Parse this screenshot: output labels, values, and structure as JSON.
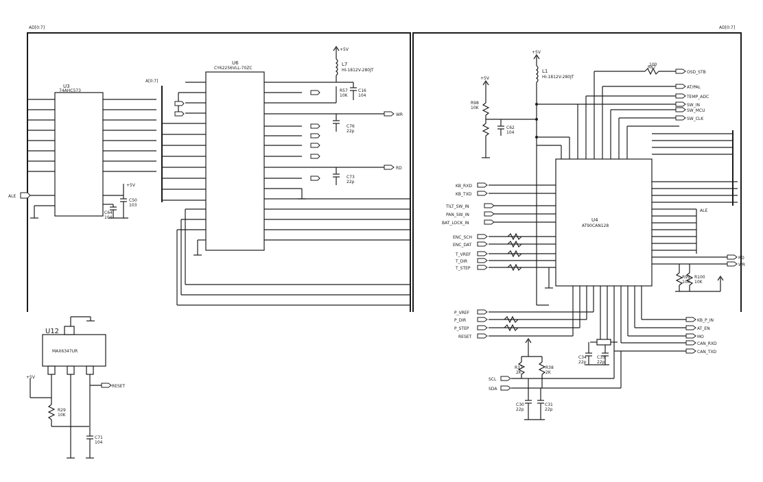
{
  "sheet": {
    "left_corner_label": "AD[0:7]",
    "right_corner_label": "AD[0:7]"
  },
  "u_latch": {
    "ref": "U3",
    "part": "74AHC573",
    "bus_label": "A[0:7]"
  },
  "u_sram": {
    "ref": "U6",
    "part": "CY62256VLL-70ZC",
    "inductor_ref": "L7",
    "inductor_part": "HI-1812V-280JT",
    "supply": "+5V"
  },
  "u_mcu": {
    "ref": "U4",
    "part": "AT90CAN128",
    "inductor_ref": "L1",
    "inductor_part": "HI-1812V-280JT",
    "supply": "+5V"
  },
  "u_reset": {
    "ref": "U12",
    "part": "MAX6347UR",
    "supply": "+5V"
  },
  "left_nets": [
    "ALE"
  ],
  "sram_nets": [
    "WR",
    "RD"
  ],
  "mcu_left_nets": [
    "KB_RXD",
    "KB_TXD",
    "TILT_SW_IN",
    "PAN_SW_IN",
    "BAT_LOCK_IN",
    "ENC_SCH",
    "ENC_DAT",
    "T_VREF",
    "T_DIR",
    "T_STEP",
    "P_VREF",
    "P_DIR",
    "P_STEP",
    "RESET"
  ],
  "mcu_top_nets": [
    "OSD_STB",
    "AT/PAL",
    "TEMP_ADC",
    "SW_IN",
    "SW_MCU",
    "SW_CLK"
  ],
  "mcu_right_nets": [
    "RD",
    "WR",
    "ALE"
  ],
  "mcu_bottom_nets": [
    "KB_P_IN",
    "AT_EN",
    "MO",
    "CAN_RXD",
    "CAN_TXD"
  ],
  "i2c_nets": [
    "SCL",
    "SDA"
  ],
  "reset_net": "RESET",
  "passives": {
    "R57": "R57",
    "R57v": "10K",
    "C16": "C16",
    "C16v": "104",
    "C76": "C76",
    "C76v": "22p",
    "C73": "C73",
    "C73v": "22p",
    "C50": "C50",
    "C50v": "103",
    "C64": "C64",
    "C64v": "104",
    "R98": "R98",
    "R98v": "10K",
    "R99": "R99",
    "R99v": "10K",
    "C62": "C62",
    "C62v": "104",
    "R100": "R100",
    "R100v": "10K",
    "R67": "R67",
    "R67v": "100",
    "R29": "R29",
    "R29v": "10K",
    "C71": "C71",
    "C71v": "104",
    "R37": "R37",
    "R37v": "2K",
    "R38": "R38",
    "R38v": "2K",
    "C30": "C30",
    "C30v": "22p",
    "C31": "C31",
    "C31v": "22p",
    "C34": "C34",
    "C34v": "22p",
    "C33": "C33",
    "C33v": "22p"
  }
}
